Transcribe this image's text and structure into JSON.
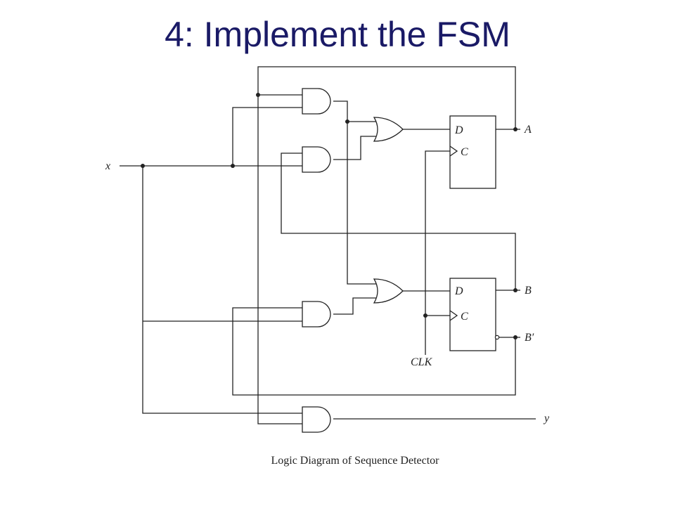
{
  "slide": {
    "title": "4: Implement the FSM"
  },
  "diagram": {
    "caption": "Logic Diagram of Sequence Detector",
    "labels": {
      "input_x": "x",
      "output_a": "A",
      "output_b": "B",
      "output_b_prime": "B′",
      "clock": "CLK",
      "output_y": "y",
      "ff_a_d": "D",
      "ff_a_c": "C",
      "ff_b_d": "D",
      "ff_b_c": "C"
    }
  }
}
